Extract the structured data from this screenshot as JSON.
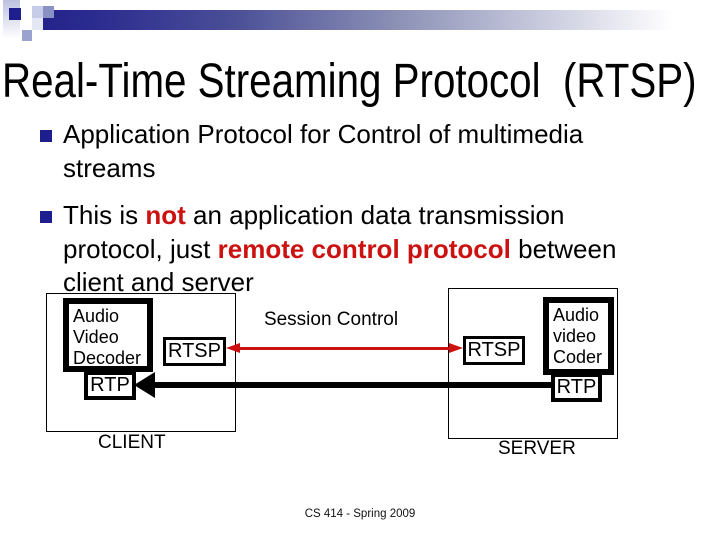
{
  "title": "Real-Time Streaming Protocol  (RTSP)",
  "bullets": {
    "b1": {
      "parts": [
        "Application Protocol for Control of multimedia streams"
      ]
    },
    "b2": {
      "parts": [
        "This is ",
        "not",
        " an application data transmission protocol, just ",
        "remote control protocol",
        " between client and server"
      ]
    }
  },
  "diagram": {
    "session_label": "Session Control",
    "client": {
      "label": "CLIENT",
      "decoder_lines": [
        "Audio",
        "Video",
        "Decoder"
      ],
      "rtsp": "RTSP",
      "rtp": "RTP"
    },
    "server": {
      "label": "SERVER",
      "coder_lines": [
        "Audio",
        "video",
        "Coder"
      ],
      "rtsp": "RTSP",
      "rtp": "RTP"
    }
  },
  "footer": "CS 414 - Spring 2009",
  "colors": {
    "accent_navy": "#1e1e8f",
    "highlight_red": "#cc1111",
    "diagram_line_black": "#000000"
  }
}
